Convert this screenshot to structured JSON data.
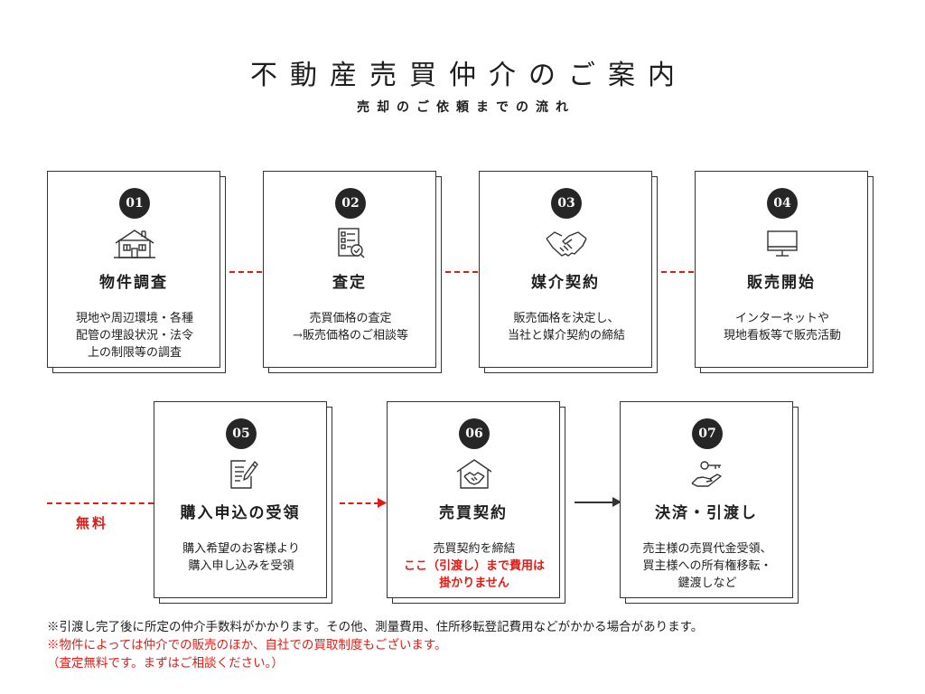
{
  "header": {
    "title": "不動産売買仲介のご案内",
    "subtitle": "売却のご依頼までの流れ"
  },
  "steps": [
    {
      "num": "01",
      "icon": "house-icon",
      "title": "物件調査",
      "desc": [
        "現地や周辺環境・各種",
        "配管の埋設状況・法令",
        "上の制限等の調査"
      ]
    },
    {
      "num": "02",
      "icon": "checklist-search-icon",
      "title": "査定",
      "desc": [
        "売買価格の査定",
        "→販売価格のご相談等"
      ]
    },
    {
      "num": "03",
      "icon": "handshake-icon",
      "title": "媒介契約",
      "desc": [
        "販売価格を決定し、",
        "当社と媒介契約の締結"
      ]
    },
    {
      "num": "04",
      "icon": "monitor-icon",
      "title": "販売開始",
      "desc": [
        "インターネットや",
        "現地看板等で販売活動"
      ]
    },
    {
      "num": "05",
      "icon": "document-pen-icon",
      "title": "購入申込の受領",
      "desc": [
        "購入希望のお客様より",
        "購入申し込みを受領"
      ]
    },
    {
      "num": "06",
      "icon": "house-handshake-icon",
      "title": "売買契約",
      "desc": [
        "売買契約を締結"
      ],
      "desc_red": [
        "ここ（引渡し）まで費用は",
        "掛かりません"
      ]
    },
    {
      "num": "07",
      "icon": "key-hand-icon",
      "title": "決済・引渡し",
      "desc": [
        "売主様の売買代金受領、",
        "買主様への所有権移転・",
        "鍵渡しなど"
      ]
    }
  ],
  "free_label": "無料",
  "notes": [
    "※引渡し完了後に所定の仲介手数料がかかります。その他、測量費用、住所移転登記費用などがかかる場合があります。",
    "※物件によっては仲介での販売のほか、自社での買取制度もございます。",
    "（査定無料です。まずはご相談ください。）"
  ],
  "colors": {
    "accent": "#e11b14",
    "badge": "#262626",
    "border": "#333333"
  }
}
